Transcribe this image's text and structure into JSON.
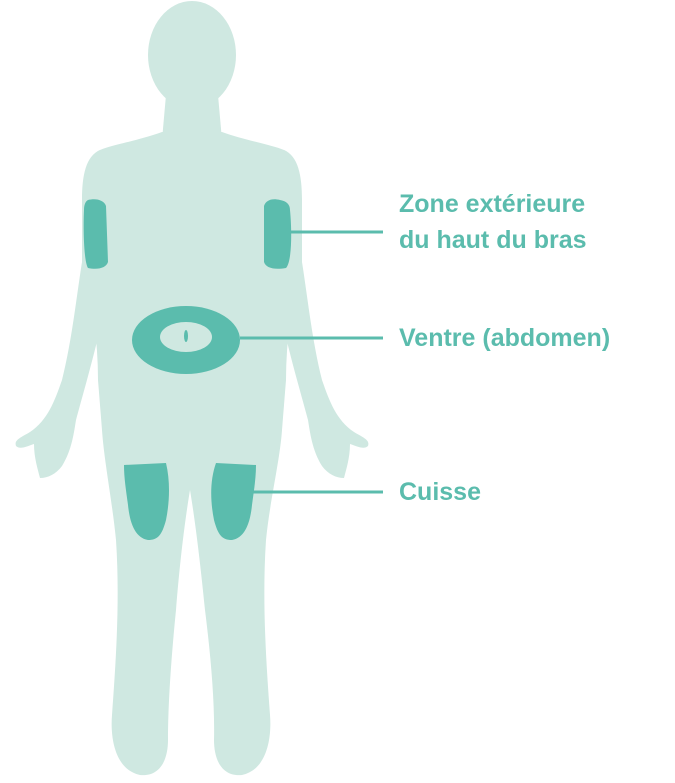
{
  "colors": {
    "body_silhouette": "#cfe8e1",
    "injection_zone": "#5bbcad",
    "navel": "#cfe8e1",
    "label_text": "#5bbcad",
    "leader_line": "#5bbcad"
  },
  "labels": {
    "upper_arm_line1": "Zone extérieure",
    "upper_arm_line2": "du haut du bras",
    "abdomen": "Ventre (abdomen)",
    "thigh": "Cuisse"
  }
}
